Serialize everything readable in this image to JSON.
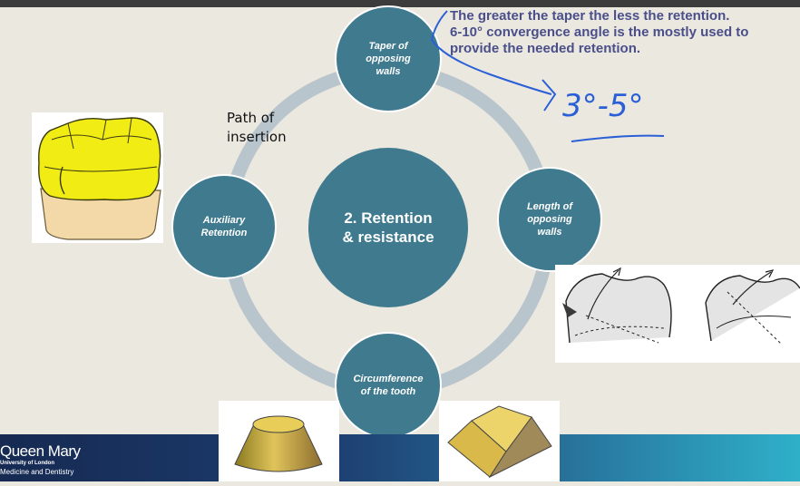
{
  "diagram": {
    "center": "2. Retention\n& resistance",
    "nodes": {
      "top": "Taper of\nopposing\nwalls",
      "right": "Length of\nopposing\nwalls",
      "bottom": "Circumference\nof the tooth",
      "left": "Auxiliary\nRetention"
    },
    "path_label": "Path of\ninsertion"
  },
  "note": {
    "line1": "The greater the taper the less the retention.",
    "line2": "6-10° convergence angle is the mostly used to provide the needed retention."
  },
  "handwriting": {
    "text": "3°-5°"
  },
  "logo": {
    "name": "Queen Mary",
    "university": "University of London",
    "faculty": "Medicine and Dentistry"
  },
  "colors": {
    "node_fill": "#3f7a8e",
    "ring": "#b9c5cc",
    "note_text": "#4a4f8a",
    "ink": "#2a5fd6",
    "background": "#ebe8e0"
  }
}
